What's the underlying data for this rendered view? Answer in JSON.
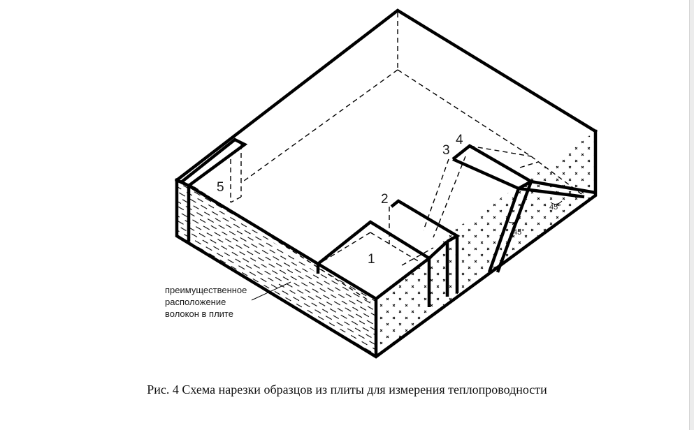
{
  "figure": {
    "caption": "Рис. 4 Схема нарезки образцов из плиты для измерения теплопроводности",
    "specimen_labels": [
      "1",
      "2",
      "3",
      "4",
      "5"
    ],
    "angle_labels": [
      "45°",
      "45°"
    ],
    "fiber_note_lines": [
      "преимущественное",
      "расположение",
      "волокон в плите"
    ]
  },
  "colors": {
    "ink": "#000000",
    "background": "#ffffff"
  }
}
